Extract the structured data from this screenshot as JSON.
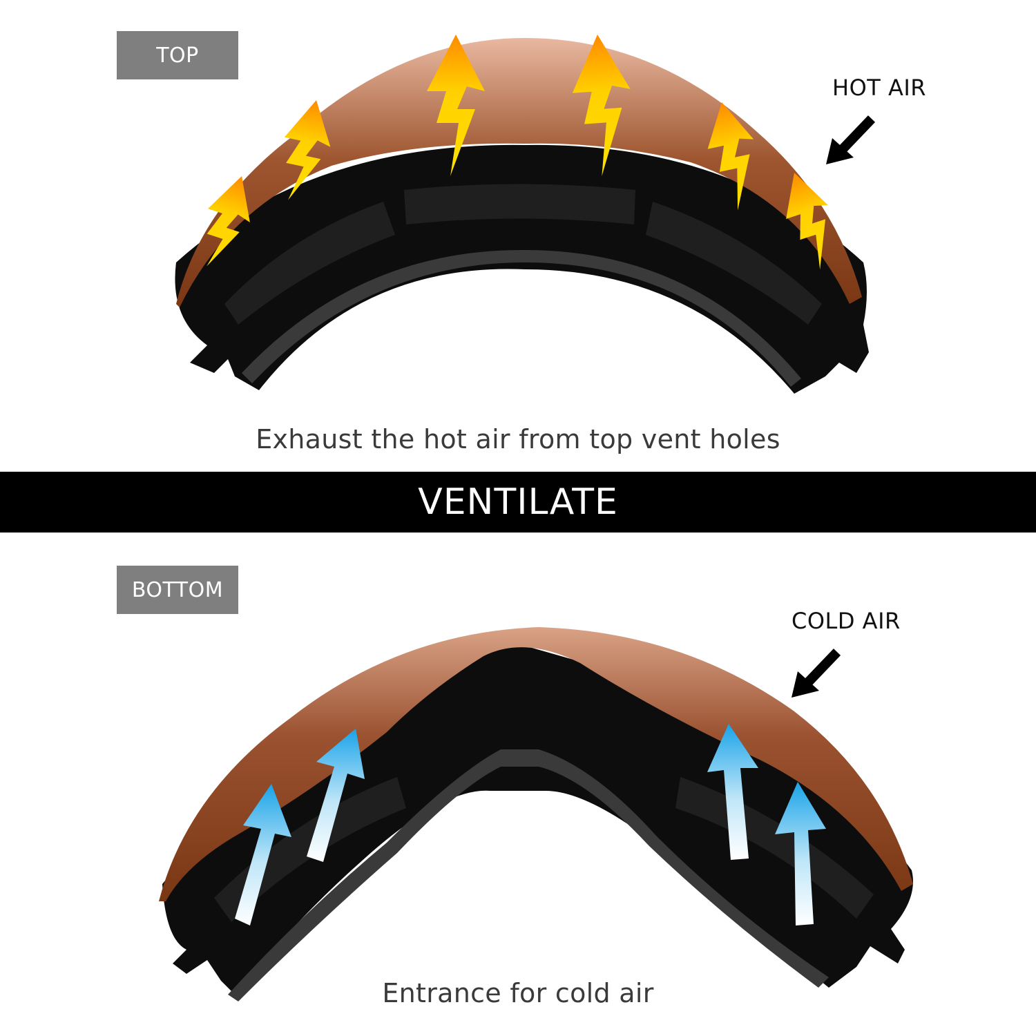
{
  "labels": {
    "top_tag": "TOP",
    "bottom_tag": "BOTTOM",
    "hot_air": "HOT AIR",
    "cold_air": "COLD AIR",
    "top_caption": "Exhaust the hot air from top vent holes",
    "band_title": "VENTILATE",
    "bottom_caption": "Entrance for cold air"
  },
  "colors": {
    "lens": "#8a431f",
    "frame": "#0d0d0d",
    "hot_arrow": "#ffd800",
    "cold_arrow": "#2aa9ea"
  }
}
